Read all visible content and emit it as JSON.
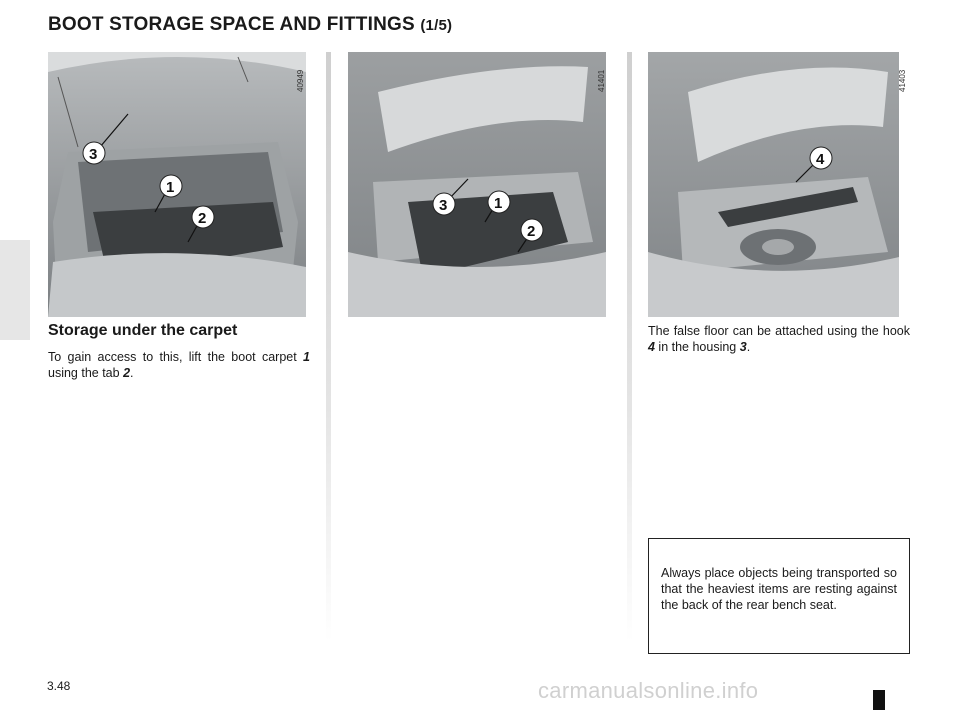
{
  "title": {
    "main": "BOOT STORAGE SPACE AND FITTINGS",
    "part": "(1/5)"
  },
  "figures": [
    {
      "code": "40949",
      "callouts": [
        "3",
        "1",
        "2"
      ]
    },
    {
      "code": "41401",
      "callouts": [
        "3",
        "1",
        "2"
      ]
    },
    {
      "code": "41403",
      "callouts": [
        "4"
      ]
    }
  ],
  "section": {
    "heading": "Storage under the carpet",
    "text_parts": [
      "To gain access to this, lift the boot carpet ",
      "1",
      " using the tab ",
      "2",
      "."
    ]
  },
  "right_text_parts": [
    "The false floor can be attached using the hook ",
    "4",
    " in the housing ",
    "3",
    "."
  ],
  "note": "Always place objects being transported so that the heaviest items are resting against the back of the rear bench seat.",
  "page_number": "3.48",
  "watermark": "carmanualsonline.info"
}
